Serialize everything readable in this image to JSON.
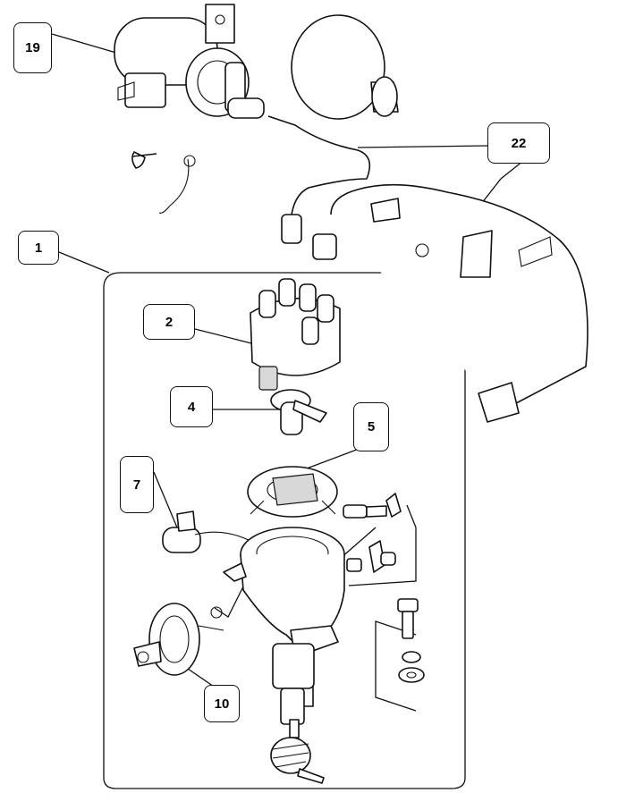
{
  "callouts": {
    "c19": "19",
    "c22": "22",
    "c1": "1",
    "c2": "2",
    "c4": "4",
    "c5": "5",
    "c7": "7",
    "c10": "10"
  }
}
